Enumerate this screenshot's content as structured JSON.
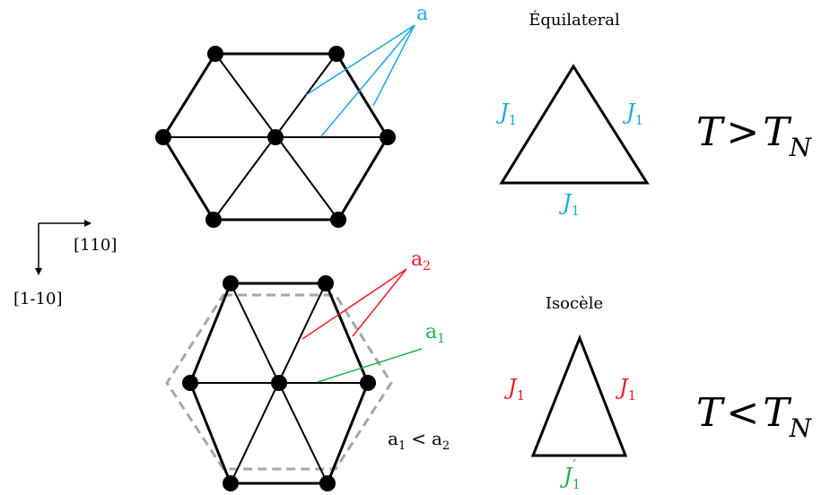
{
  "top_diagram": {
    "label_a": "a",
    "triangle_title": "Équilateral",
    "J_left": "J",
    "J_left_sub": "1",
    "J_right": "J",
    "J_right_sub": "1",
    "J_bottom": "J",
    "J_bottom_sub": "1",
    "condition_T": "T",
    "condition_op": ">",
    "condition_TN": "T",
    "condition_TN_sub": "N"
  },
  "bottom_diagram": {
    "label_a2": "a",
    "label_a2_sub": "2",
    "label_a1": "a",
    "label_a1_sub": "1",
    "inequality_a": "a",
    "inequality_a_sub": "1",
    "inequality_op": "<",
    "inequality_b": "a",
    "inequality_b_sub": "2",
    "triangle_title": "Isocèle",
    "J_left": "J",
    "J_left_sub": "1",
    "J_right": "J",
    "J_right_sub": "1",
    "J_bottom": "J",
    "J_bottom_sub": "1",
    "J_bottom_prime": "′",
    "condition_T": "T",
    "condition_op": "<",
    "condition_TN": "T",
    "condition_TN_sub": "N"
  },
  "axes": {
    "horizontal": "[110]",
    "vertical": "[1-10]"
  },
  "colors": {
    "blue": "#1aa7e6",
    "red": "#ee1c24",
    "green": "#22b14c",
    "black": "#000000",
    "gray": "#a6a6a6"
  }
}
